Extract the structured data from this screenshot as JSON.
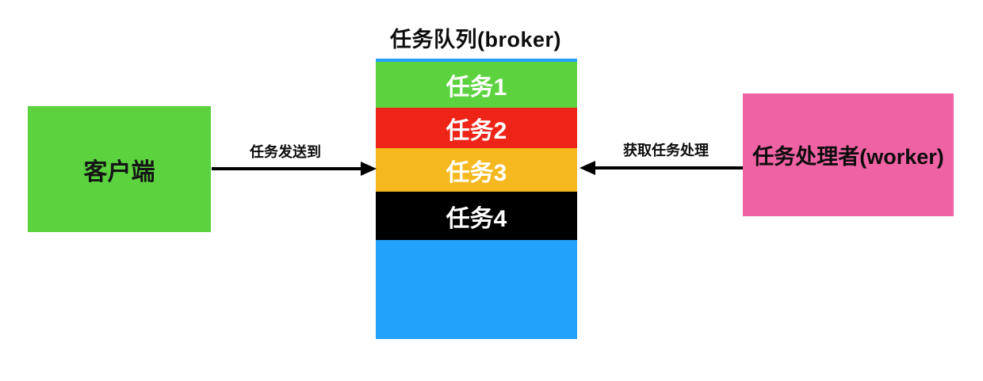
{
  "diagram": {
    "title": "任务队列(broker)",
    "client": {
      "label": "客户端",
      "color": "#5bd23e"
    },
    "worker": {
      "label": "任务处理者(worker)",
      "color": "#ef62a4"
    },
    "queue": {
      "background": "#22a2fb",
      "tasks": [
        {
          "label": "任务1",
          "color": "#5bd23e"
        },
        {
          "label": "任务2",
          "color": "#ee2418"
        },
        {
          "label": "任务3",
          "color": "#f5b91f"
        },
        {
          "label": "任务4",
          "color": "#000000"
        }
      ]
    },
    "arrows": {
      "send": {
        "label": "任务发送到",
        "direction": "right",
        "color": "#000000"
      },
      "fetch": {
        "label": "获取任务处理",
        "direction": "left",
        "color": "#000000"
      }
    }
  }
}
